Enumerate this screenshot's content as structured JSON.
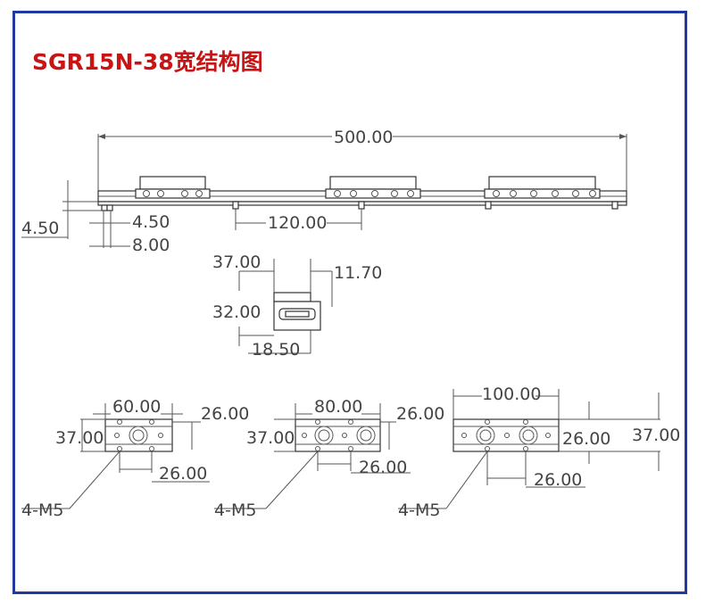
{
  "title": "SGR15N-38宽结构图",
  "dims": {
    "total_length": "500.00",
    "end_height": "4.50",
    "end_offset_a": "4.50",
    "end_offset_b": "8.00",
    "hole_pitch": "120.00",
    "section_width": "37.00",
    "section_rail_height": "11.70",
    "section_height": "32.00",
    "section_base": "18.50",
    "c1_length": "60.00",
    "c1_height": "37.00",
    "c1_hole_y": "26.00",
    "c1_hole_x": "26.00",
    "c1_holes": "4-M5",
    "c2_length": "80.00",
    "c2_height": "37.00",
    "c2_hole_y": "26.00",
    "c2_hole_x": "26.00",
    "c2_holes": "4-M5",
    "c3_length": "100.00",
    "c3_hole_y": "26.00",
    "c3_height": "37.00",
    "c3_hole_x": "26.00",
    "c3_holes": "4-M5"
  }
}
